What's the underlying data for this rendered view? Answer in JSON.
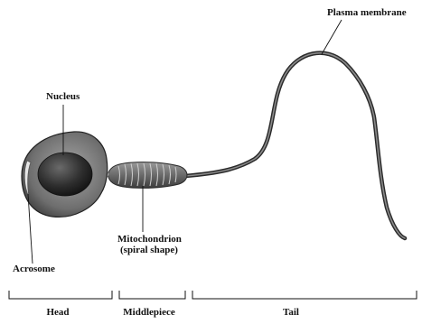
{
  "labels": {
    "plasma_membrane": "Plasma membrane",
    "nucleus": "Nucleus",
    "mitochondrion_line1": "Mitochondrion",
    "mitochondrion_line2": "(spiral shape)",
    "acrosome": "Acrosome"
  },
  "regions": {
    "head": "Head",
    "middlepiece": "Middlepiece",
    "tail": "Tail"
  }
}
